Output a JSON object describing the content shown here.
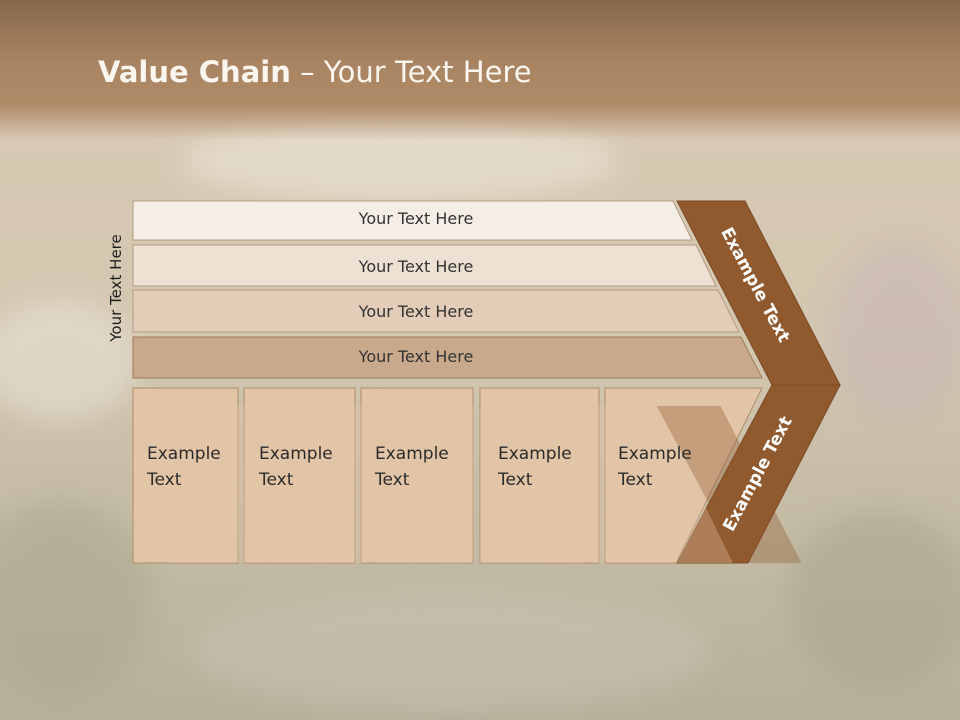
{
  "slide": {
    "title_bold": "Value Chain",
    "title_rest": " – Your Text Here",
    "side_label": "Your Text Here"
  },
  "rows": [
    {
      "label": "Your Text Here"
    },
    {
      "label": "Your Text Here"
    },
    {
      "label": "Your Text Here"
    },
    {
      "label": "Your Text Here"
    }
  ],
  "cells": [
    {
      "label": "Example\nText"
    },
    {
      "label": "Example\nText"
    },
    {
      "label": "Example\nText"
    },
    {
      "label": "Example\nText"
    },
    {
      "label": "Example\nText"
    }
  ],
  "chevron": {
    "upper_label": "Example Text",
    "lower_label": "Example Text"
  },
  "colors": {
    "header": "#a98462",
    "chevron": "#91592e",
    "row1": "#f4eee7",
    "row2": "#ede1d4",
    "row3": "#e3cdb8",
    "row4": "#c9a98b",
    "cell": "#e2c4a6"
  }
}
